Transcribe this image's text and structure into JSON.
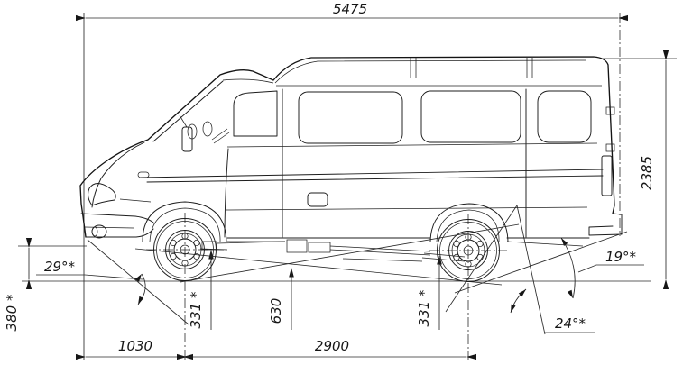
{
  "meta": {
    "description": "Side-view dimensional line drawing of a van / minibus (GAZelle type) with overall dimensions, clearances and approach angles",
    "background_color": "#ffffff",
    "line_color": "#1c1c1c"
  },
  "dimensions": {
    "overall_length": "5475",
    "overall_height": "2385",
    "front_overhang": "1030",
    "wheelbase": "2900",
    "front_end_height": "380 *",
    "front_axle_clearance": "331 *",
    "central_clearance": "630",
    "rear_axle_clearance": "331 *",
    "approach_angle": "29°*",
    "rear_axle_angle": "24°*",
    "departure_angle": "19°*"
  }
}
